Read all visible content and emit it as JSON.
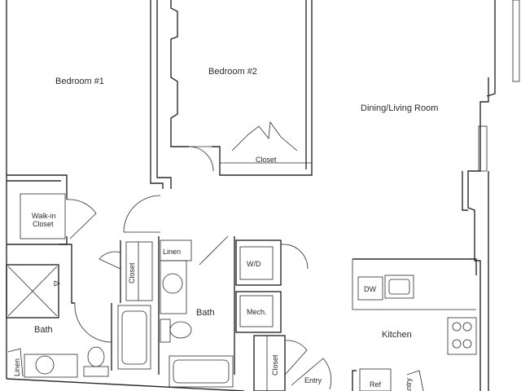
{
  "rooms": {
    "bedroom1": "Bedroom #1",
    "bedroom2": "Bedroom #2",
    "dining_living": "Dining/Living Room",
    "closet_bedroom2": "Closet",
    "walkin_closet_line1": "Walk-in",
    "walkin_closet_line2": "Closet",
    "bath1": "Bath",
    "bath2": "Bath",
    "linen1": "Linen",
    "linen2": "Linen",
    "hall_closet": "Closet",
    "entry_closet": "Closet",
    "wd": "W/D",
    "mech": "Mech.",
    "kitchen": "Kitchen",
    "dw": "DW",
    "entry": "Entry",
    "ref": "Ref",
    "pantry": "Pantry"
  }
}
